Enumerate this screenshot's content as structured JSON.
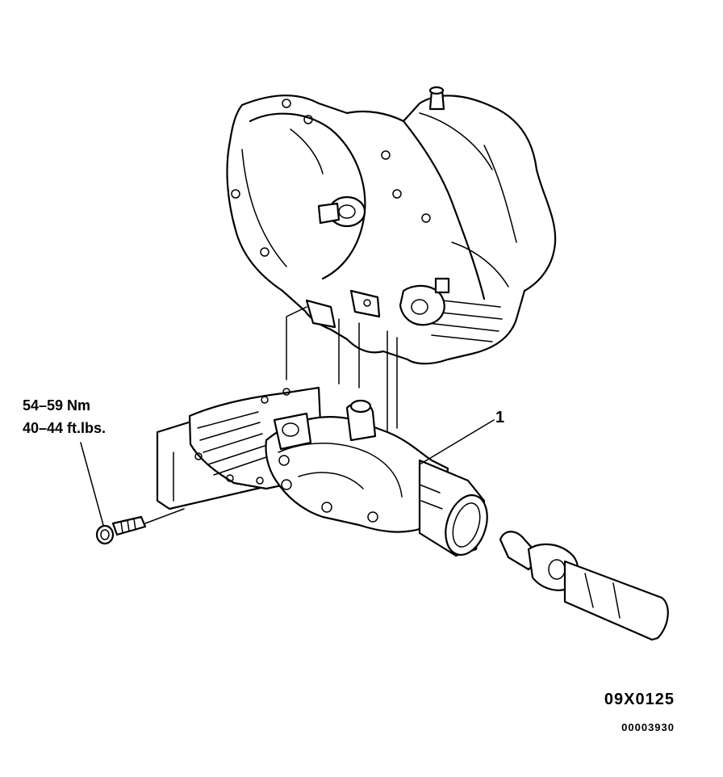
{
  "labels": {
    "torque_nm": "54–59 Nm",
    "torque_ftlbs": "40–44 ft.lbs.",
    "callout": "1",
    "figure_id": "09X0125",
    "document_number": "00003930"
  },
  "icons": {
    "transaxle": "transaxle-illustration",
    "transfer_case": "transfer-case-illustration",
    "bolt": "bolt-illustration",
    "drive_shaft": "drive-shaft-illustration"
  }
}
